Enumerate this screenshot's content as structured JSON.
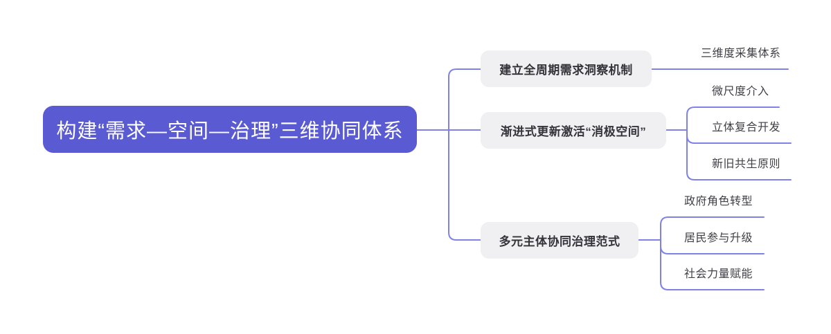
{
  "colors": {
    "root-bg": "#5a5bd3",
    "root-text": "#ffffff",
    "line": "#7f81e8",
    "branch-bg": "#f0f0f2",
    "branch-text": "#33333a",
    "leaf-text": "#3f3f46",
    "canvas-bg": "#ffffff"
  },
  "root": {
    "label": "构建“需求—空间—治理”三维协同体系"
  },
  "branches": [
    {
      "label": "建立全周期需求洞察机制",
      "children": [
        {
          "label": "三维度采集体系"
        }
      ]
    },
    {
      "label": "渐进式更新激活“消极空间”",
      "children": [
        {
          "label": "微尺度介入"
        },
        {
          "label": "立体复合开发"
        },
        {
          "label": "新旧共生原则"
        }
      ]
    },
    {
      "label": "多元主体协同治理范式",
      "children": [
        {
          "label": "政府角色转型"
        },
        {
          "label": "居民参与升级"
        },
        {
          "label": "社会力量赋能"
        }
      ]
    }
  ]
}
